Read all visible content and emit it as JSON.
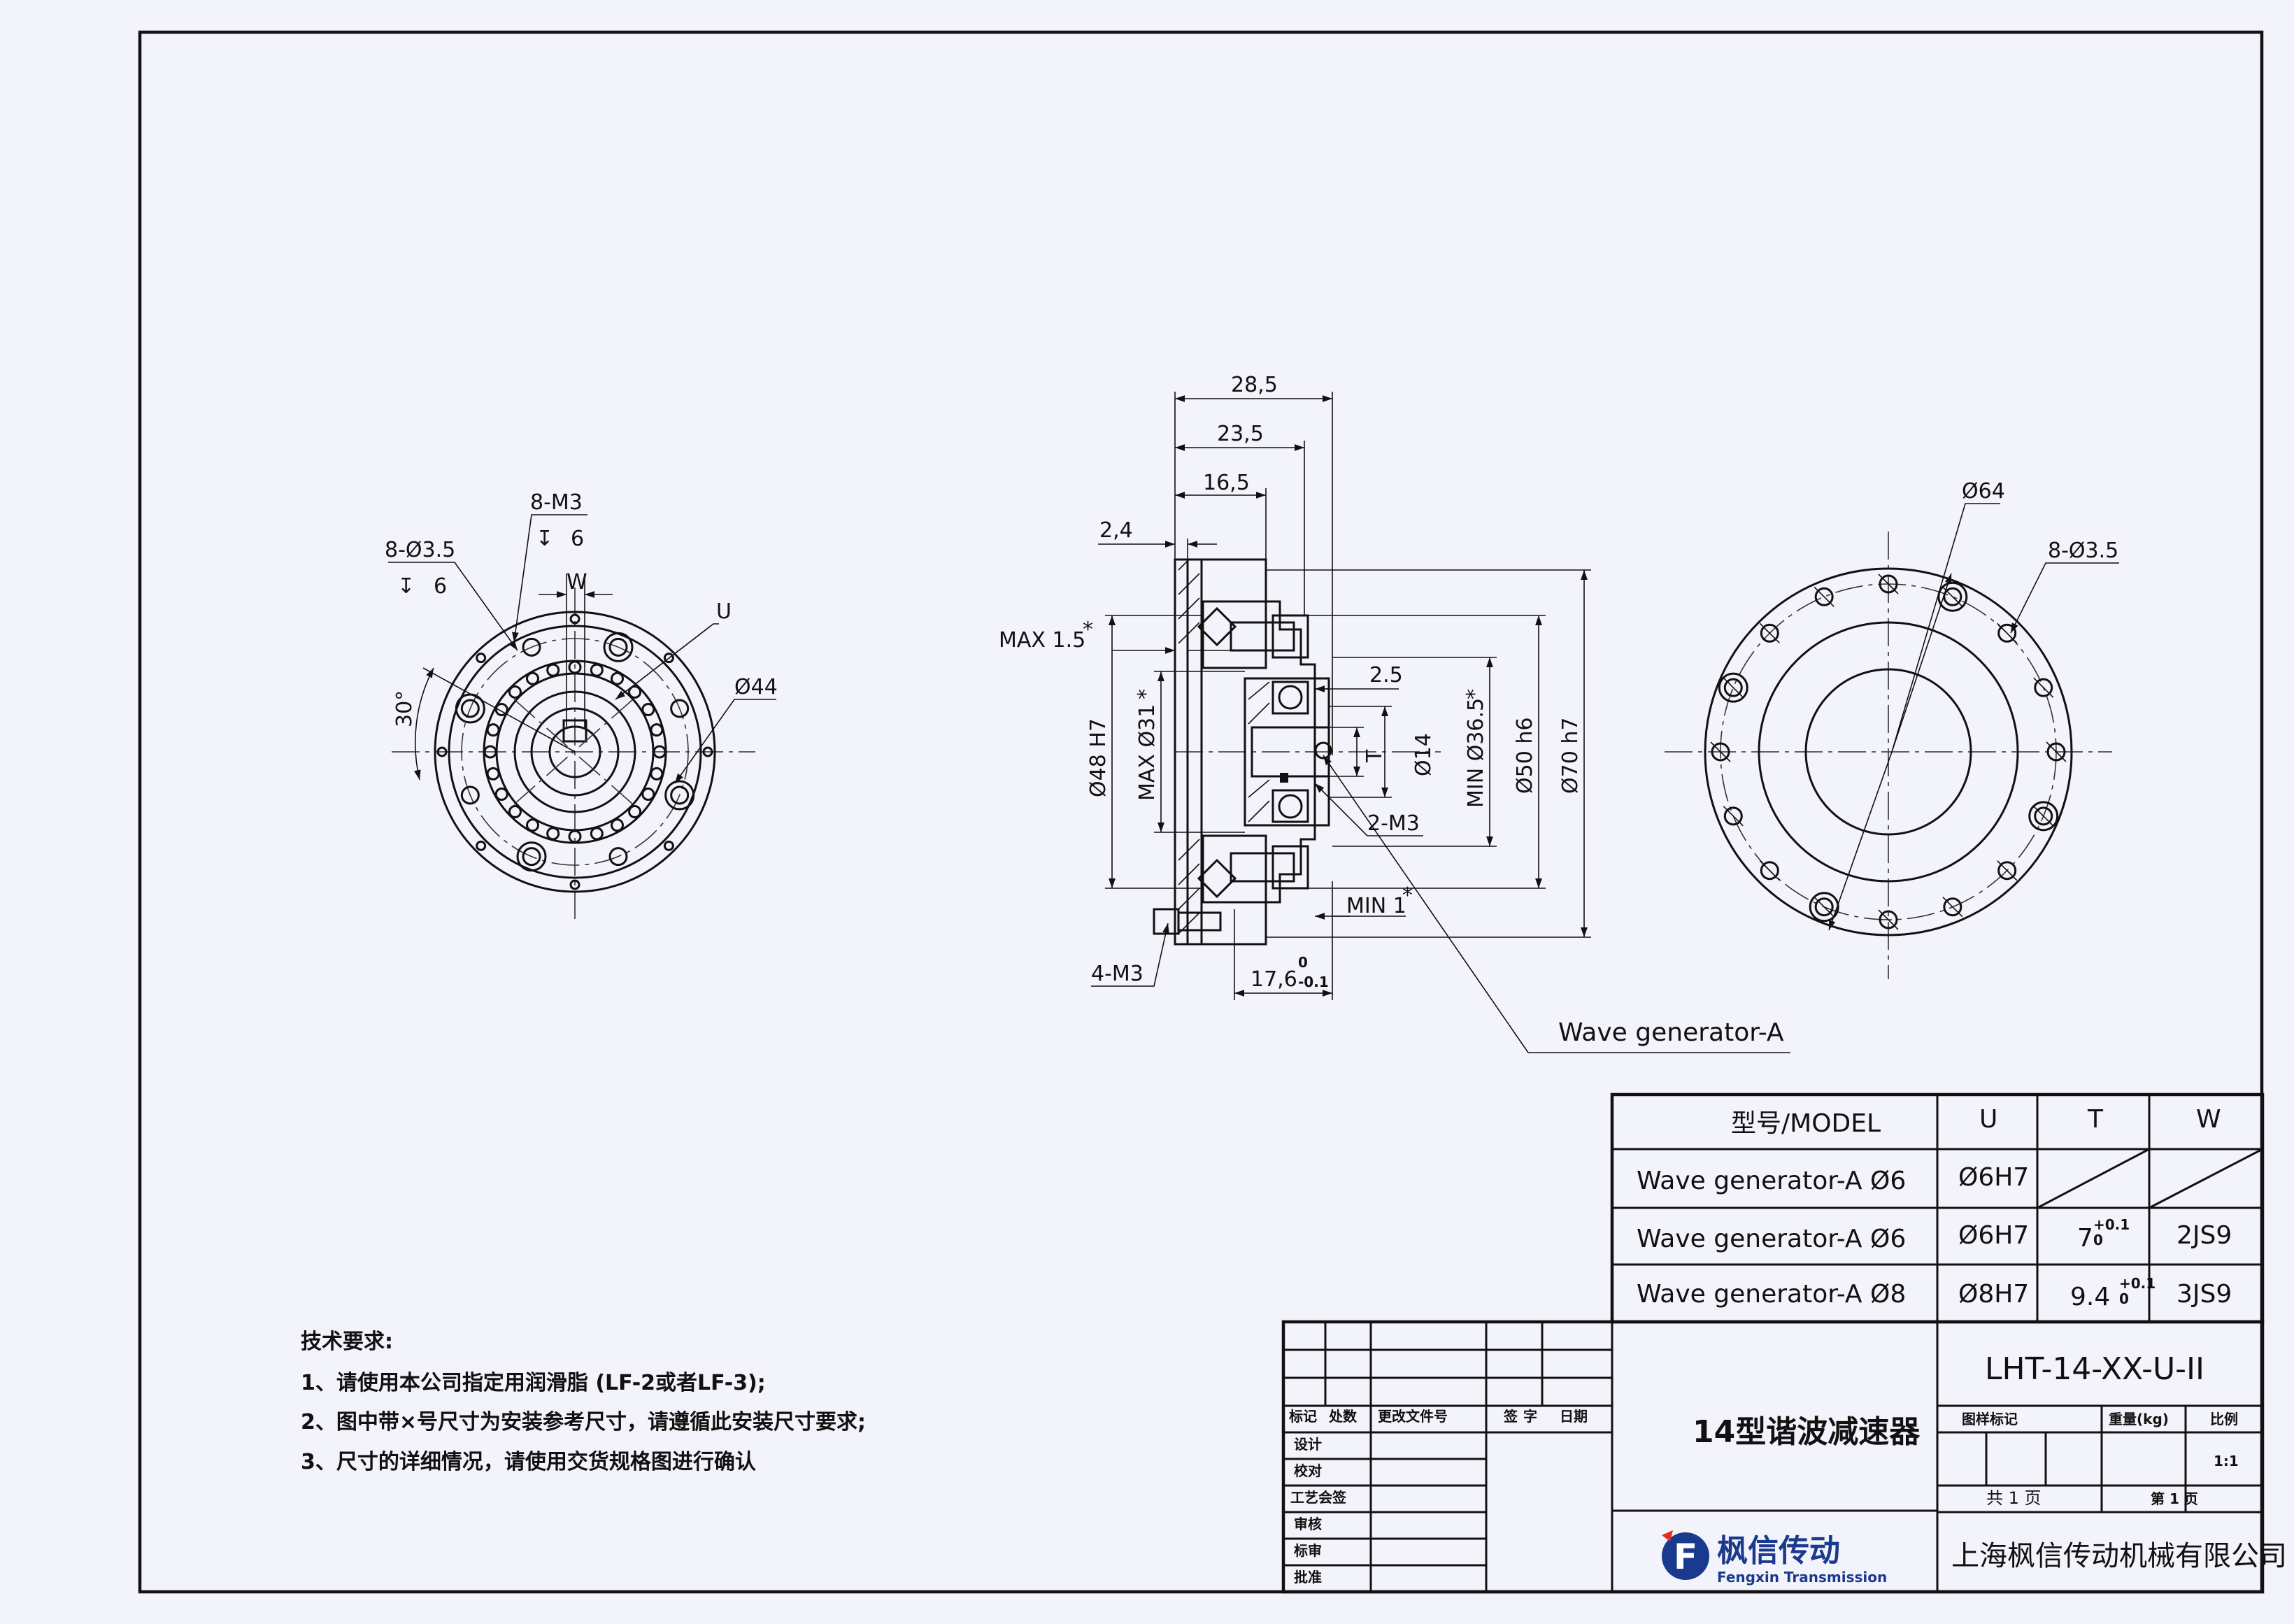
{
  "left_view": {
    "label_holes": "8-Ø3.5",
    "label_holes_depth": "6",
    "label_tapped": "8-M3",
    "label_tapped_depth": "6",
    "label_w": "W",
    "label_u": "U",
    "label_dia": "Ø44",
    "label_angle": "30°"
  },
  "section_view": {
    "d_28_5": "28,5",
    "d_23_5": "23,5",
    "d_16_5": "16,5",
    "d_2_4": "2,4",
    "max_1_5": "MAX 1.5",
    "star": "*",
    "d_48": "Ø48 H7",
    "d_31": "MAX Ø31",
    "d_2_5": "2.5",
    "d_T": "T",
    "d_14": "Ø14",
    "d_36_5": "MIN Ø36.5",
    "d_50": "Ø50 h6",
    "d_70": "Ø70 h7",
    "d_2m3": "2-M3",
    "min_1": "MIN 1",
    "d_4m3": "4-M3",
    "d_17_6": "17,6",
    "tol_upper": "0",
    "tol_lower": "-0.1",
    "callout": "Wave generator-A"
  },
  "right_view": {
    "label_dia": "Ø64",
    "label_holes": "8-Ø3.5"
  },
  "model_table": {
    "headers": [
      "型号/MODEL",
      "U",
      "T",
      "W"
    ],
    "rows": [
      {
        "model": "Wave generator-A Ø6",
        "u": "Ø6H7",
        "t": "",
        "w": ""
      },
      {
        "model": "Wave generator-A Ø6",
        "u": "Ø6H7",
        "t": "7",
        "t_tol": "+0.1",
        "t_tol2": "0",
        "w": "2JS9"
      },
      {
        "model": "Wave generator-A Ø8",
        "u": "Ø8H7",
        "t": "9.4",
        "t_tol": "+0.1",
        "t_tol2": "0",
        "w": "3JS9"
      }
    ]
  },
  "tech_notes": {
    "title": "技术要求:",
    "items": [
      "1、请使用本公司指定用润滑脂 (LF-2或者LF-3);",
      "2、图中带×号尺寸为安装参考尺寸，请遵循此安装尺寸要求;",
      "3、尺寸的详细情况，请使用交货规格图进行确认"
    ]
  },
  "title_block": {
    "part_number": "LHT-14-XX-U-II",
    "product_name": "14型谐波减速器",
    "col_labels": [
      "标记",
      "处数",
      "更改文件号",
      "签",
      "字",
      "日期"
    ],
    "row_labels": [
      "设计",
      "校对",
      "工艺会签",
      "审核",
      "标审",
      "批准"
    ],
    "grid_labels": [
      "图样标记",
      "重量(kg)",
      "比例"
    ],
    "scale": "1:1",
    "sheets_total": "共 1 页",
    "sheet_no": "第 1 页",
    "logo_cn": "枫信传动",
    "logo_en": "Fengxin Transmission",
    "logo_mark": "F",
    "company": "上海枫信传动机械有限公司"
  }
}
